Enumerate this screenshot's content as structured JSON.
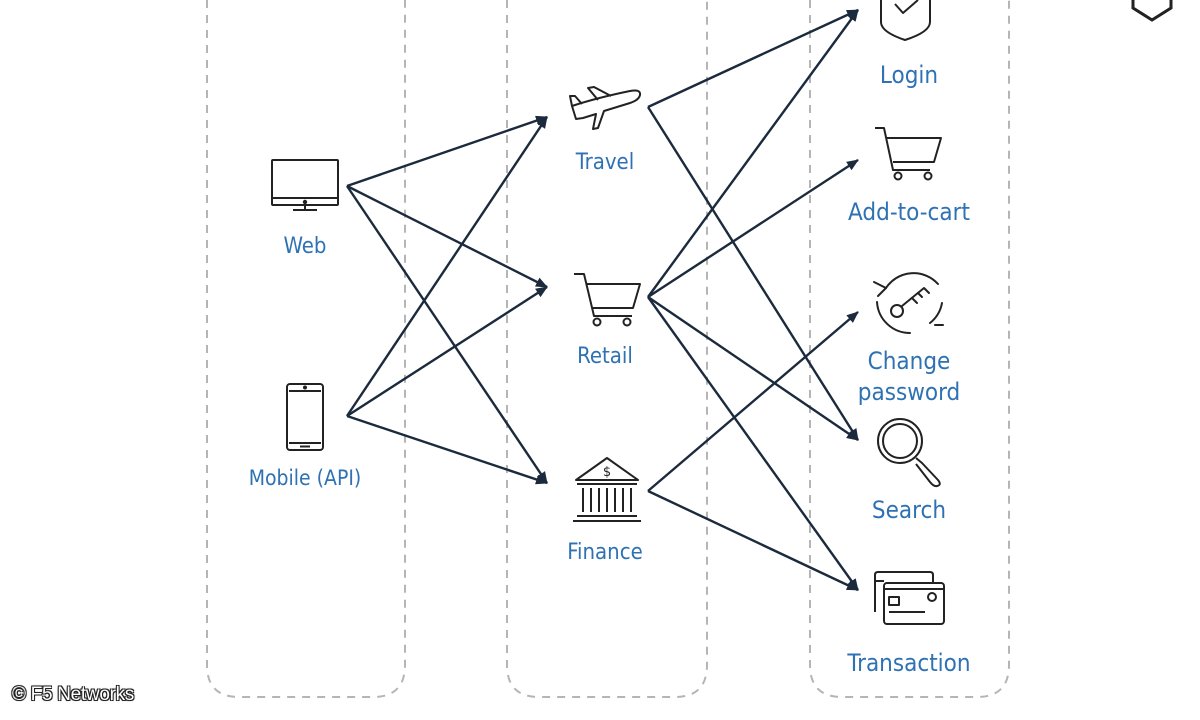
{
  "columns": {
    "channels": [
      {
        "id": "web",
        "label": "Web",
        "icon": "monitor-icon"
      },
      {
        "id": "mobile",
        "label": "Mobile (API)",
        "icon": "smartphone-icon"
      }
    ],
    "industries": [
      {
        "id": "travel",
        "label": "Travel",
        "icon": "airplane-icon"
      },
      {
        "id": "retail",
        "label": "Retail",
        "icon": "shopping-cart-icon"
      },
      {
        "id": "finance",
        "label": "Finance",
        "icon": "bank-icon"
      }
    ],
    "actions": [
      {
        "id": "login",
        "label": "Login",
        "icon": "shield-check-icon"
      },
      {
        "id": "addtocart",
        "label": "Add-to-cart",
        "icon": "shopping-cart-icon"
      },
      {
        "id": "changepw",
        "label_line1": "Change",
        "label_line2": "password",
        "icon": "key-refresh-icon"
      },
      {
        "id": "search",
        "label": "Search",
        "icon": "magnifier-icon"
      },
      {
        "id": "transaction",
        "label": "Transaction",
        "icon": "credit-cards-icon"
      }
    ]
  },
  "edges": [
    {
      "from": "web",
      "to": "travel"
    },
    {
      "from": "web",
      "to": "retail"
    },
    {
      "from": "web",
      "to": "finance"
    },
    {
      "from": "mobile",
      "to": "travel"
    },
    {
      "from": "mobile",
      "to": "retail"
    },
    {
      "from": "mobile",
      "to": "finance"
    },
    {
      "from": "travel",
      "to": "login"
    },
    {
      "from": "travel",
      "to": "search"
    },
    {
      "from": "retail",
      "to": "login"
    },
    {
      "from": "retail",
      "to": "addtocart"
    },
    {
      "from": "retail",
      "to": "search"
    },
    {
      "from": "retail",
      "to": "transaction"
    },
    {
      "from": "finance",
      "to": "changepw"
    },
    {
      "from": "finance",
      "to": "transaction"
    }
  ],
  "colors": {
    "label": "#2f72b3",
    "arrow": "#1b2a3d",
    "icon": "#222222",
    "dashed": "#b5b5b5"
  },
  "copyright": "© F5 Networks"
}
